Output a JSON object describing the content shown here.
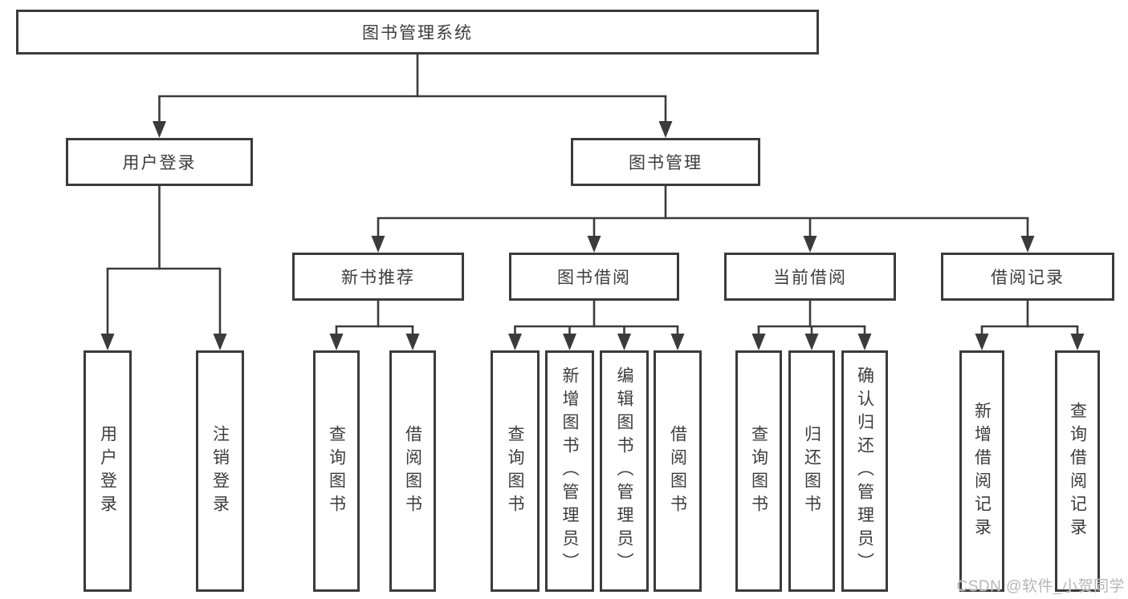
{
  "diagram": {
    "title": "图书管理系统",
    "nodes": {
      "root": "图书管理系统",
      "level2": [
        "用户登录",
        "图书管理"
      ],
      "level3": [
        "新书推荐",
        "图书借阅",
        "当前借阅",
        "借阅记录"
      ],
      "leaves": {
        "login": [
          "用户登录",
          "注销登录"
        ],
        "new_books": [
          "查询图书",
          "借阅图书"
        ],
        "borrow": [
          "查询图书",
          "新增图书（管理员）",
          "编辑图书（管理员）",
          "借阅图书"
        ],
        "current": [
          "查询图书",
          "归还图书",
          "确认归还（管理员）"
        ],
        "records": [
          "新增借阅记录",
          "查询借阅记录"
        ]
      }
    },
    "edges": [
      "图书管理系统→用户登录",
      "图书管理系统→图书管理",
      "用户登录→用户登录",
      "用户登录→注销登录",
      "图书管理→新书推荐",
      "图书管理→图书借阅",
      "图书管理→当前借阅",
      "图书管理→借阅记录",
      "新书推荐→查询图书",
      "新书推荐→借阅图书",
      "图书借阅→查询图书",
      "图书借阅→新增图书（管理员）",
      "图书借阅→编辑图书（管理员）",
      "图书借阅→借阅图书",
      "当前借阅→查询图书",
      "当前借阅→归还图书",
      "当前借阅→确认归还（管理员）",
      "借阅记录→新增借阅记录",
      "借阅记录→查询借阅记录"
    ],
    "colors": {
      "line": "#3b3b3b",
      "border": "#3b3b3b",
      "text": "#3c3c3c",
      "background": "#ffffff",
      "watermark": "#b6b6b6"
    }
  },
  "watermark": "CSDN @软件_小贺同学"
}
